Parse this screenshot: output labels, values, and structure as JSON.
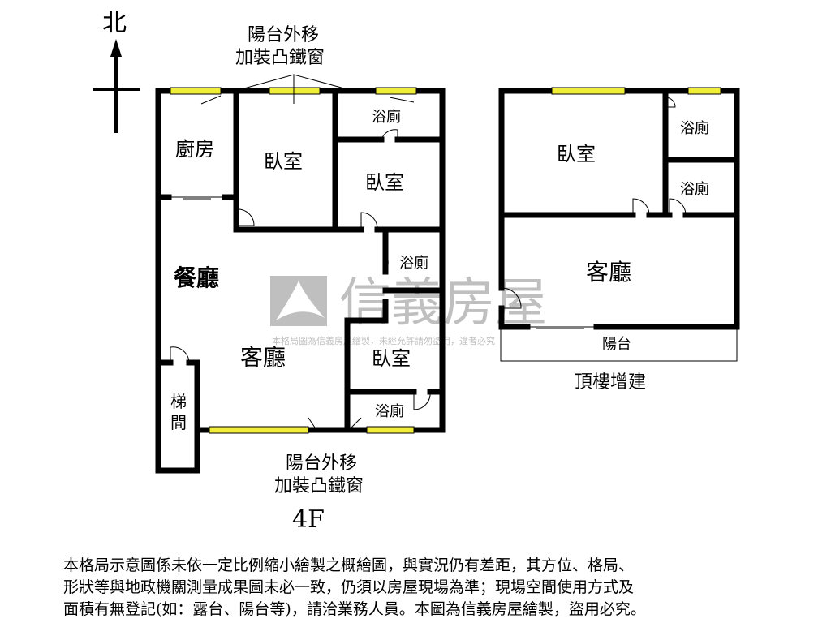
{
  "compass": {
    "north": "北"
  },
  "plan_4f": {
    "floor_label": "4F",
    "window_note_top": [
      "陽台外移",
      "加裝凸鐵窗"
    ],
    "window_note_bottom": [
      "陽台外移",
      "加裝凸鐵窗"
    ],
    "rooms": {
      "kitchen": "廚房",
      "bedroom_1": "臥室",
      "bedroom_2": "臥室",
      "bath_1": "浴廁",
      "bath_2": "浴廁",
      "dining": "餐廳",
      "living": "客廳",
      "bedroom_3": "臥室",
      "bath_3": "浴廁",
      "stairs": [
        "梯",
        "間"
      ]
    }
  },
  "plan_roof": {
    "title": "頂樓增建",
    "rooms": {
      "bedroom": "臥室",
      "bath_1": "浴廁",
      "bath_2": "浴廁",
      "living": "客廳",
      "balcony": "陽台"
    }
  },
  "watermark": {
    "brand": "信義房屋",
    "notice": "本格局圖為信義房屋繪製，未經允許請勿盜用，違者必究",
    "color": "#8c8c8c"
  },
  "colors": {
    "window": "#f0ee3a",
    "wall": "#000000"
  },
  "notes": [
    "本格局示意圖係未依一定比例縮小繪製之概繪圖，與實況仍有差距，其方位、格局、",
    "形狀等與地政機關測量成果圖未必一致，仍須以房屋現場為準；現場空間使用方式及",
    "面積有無登記(如：露台、陽台等)，請洽業務人員。本圖為信義房屋繪製，盜用必究。"
  ]
}
